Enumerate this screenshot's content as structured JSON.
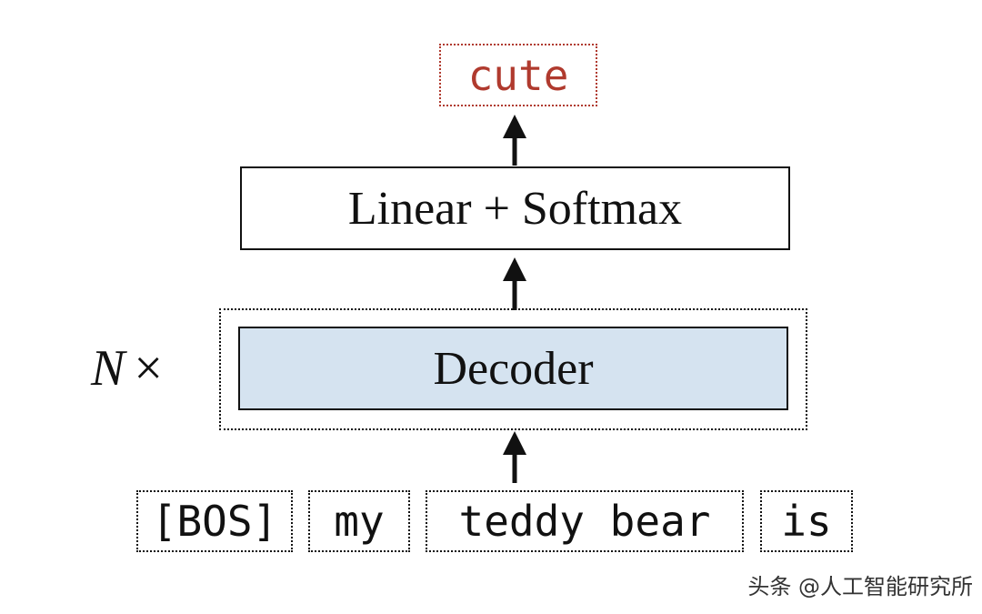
{
  "output_token": "cute",
  "layers": {
    "linear_softmax": "Linear + Softmax",
    "decoder": "Decoder"
  },
  "repeat": {
    "symbol": "N",
    "times": "×"
  },
  "input_tokens": [
    "[BOS]",
    "my",
    "teddy bear",
    "is"
  ],
  "colors": {
    "output_token": "#b03a2e",
    "decoder_fill": "#d5e3f0",
    "lines": "#111111"
  },
  "watermark": "头条 @人工智能研究所"
}
